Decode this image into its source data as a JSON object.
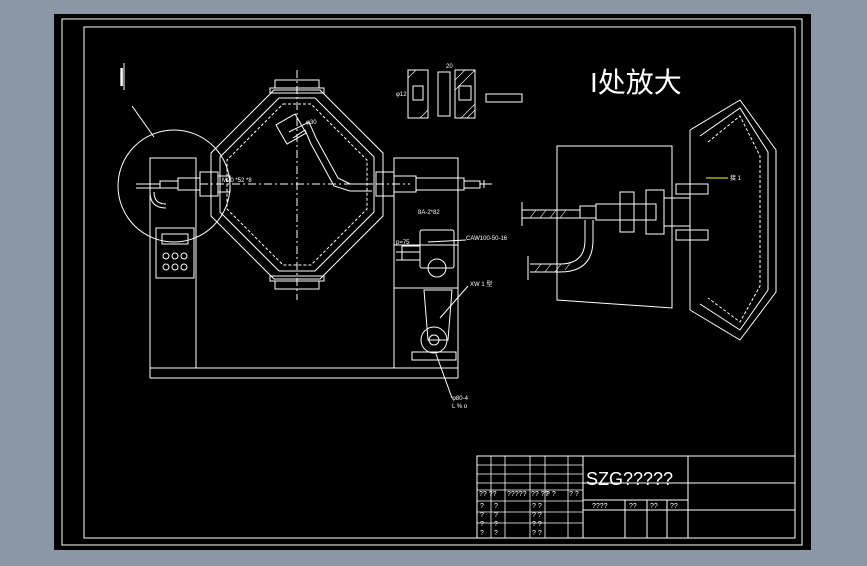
{
  "drawing": {
    "detail_marker": "I",
    "detail_title": "I处放大",
    "colors": {
      "background": "#8c97a6",
      "canvas": "#000000",
      "lines": "#ffffff",
      "callout": "#ffff00"
    },
    "annotations": {
      "pump_label": "CAW100-50-16",
      "bolt_label": "8A-2*82",
      "pressure_label": "p=75",
      "reducer_label": "XW 1 型",
      "shaft_note": "φ80-4",
      "view_note": "L % o",
      "joint_label": "接 1",
      "thread_label": "M20 *52 *8",
      "detail_dim_1": "φ12",
      "detail_dim_2": "20",
      "vessel_dim": "φ30"
    },
    "control_panel": {
      "keys_rows": 2,
      "keys_cols": 3
    }
  },
  "title_block": {
    "drawing_name": "SZG?????",
    "left_header": [
      "?? ??",
      "?????",
      "?? ??",
      "? ?",
      "? ?"
    ],
    "left_rows": [
      [
        "?",
        "?",
        "",
        "? ?",
        ""
      ],
      [
        "?",
        "?",
        "",
        "? ?",
        ""
      ],
      [
        "?",
        "?",
        "",
        "? ?",
        ""
      ],
      [
        "?",
        "?",
        "",
        "? ?",
        ""
      ]
    ],
    "stage_labels": [
      "????",
      "??",
      "??",
      "??"
    ]
  }
}
